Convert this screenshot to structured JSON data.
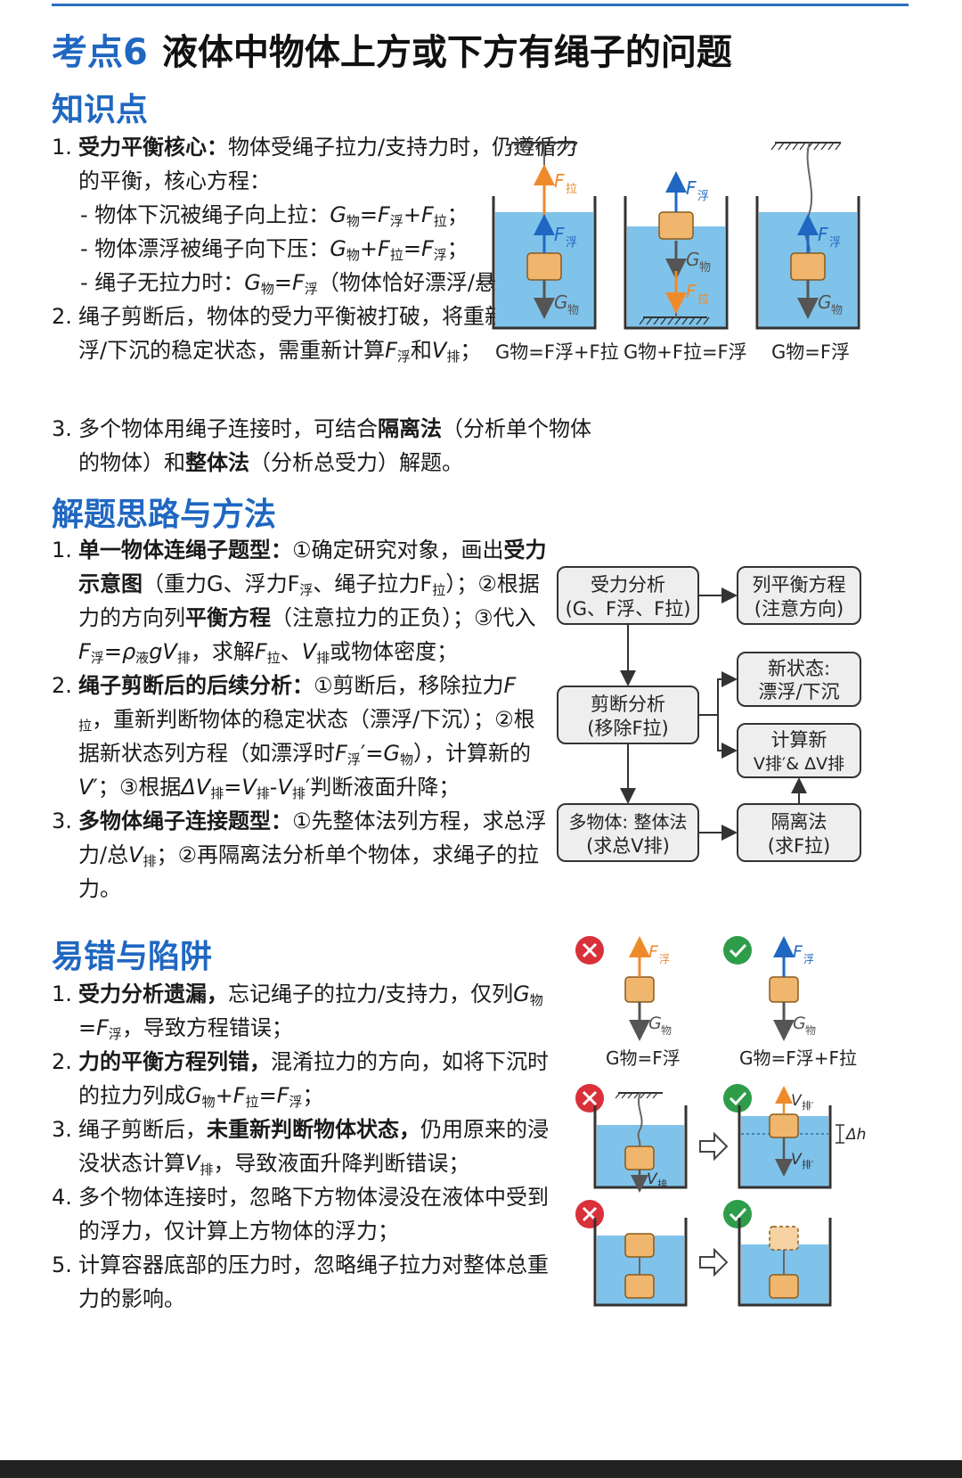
{
  "page": {
    "kaodian": "考点6",
    "title": "液体中物体上方或下方有绳子的问题"
  },
  "sections": {
    "knowledge": "知识点",
    "method": "解题思路与方法",
    "traps": "易错与陷阱"
  },
  "knowledge": {
    "i1_num": "1.",
    "i1_bold": "受力平衡核心：",
    "i1_text": "物体受绳子拉力/支持力时，仍遵循力的平衡，核心方程：",
    "i1_a_pre": "- 物体下沉被绳子向上拉：",
    "i1_b_pre": "- 物体漂浮被绳子向下压：",
    "i1_c_pre": "- 绳子无拉力时：",
    "i1_c_post": "（物体恰好漂浮/悬浮）；",
    "i2_num": "2.",
    "i2_text": "绳子剪断后，物体的受力平衡被打破，将重新处于漂浮/下沉的稳定状态，需重新计算",
    "i2_and": "和",
    "i2_end": "；",
    "i3_num": "3.",
    "i3_a": "多个物体用绳子连接时，可结合",
    "i3_b1": "隔离法",
    "i3_c": "（分析单个物体的物体）和",
    "i3_b2": "整体法",
    "i3_d": "（分析总受力）解题。"
  },
  "method": {
    "m1_num": "1.",
    "m1_bold": "单一物体连绳子题型：",
    "m1_a": "①确定研究对象，画出",
    "m1_b": "受力示意图",
    "m1_c": "（重力G、浮力F",
    "m1_d": "、绳子拉力F",
    "m1_e": "）；",
    "m1_f": "②根据力的方向列",
    "m1_g": "平衡方程",
    "m1_h": "（注意拉力的正负）；",
    "m1_i": "③代入",
    "m1_j": "，求解",
    "m1_k": "或物体密度；",
    "m2_num": "2.",
    "m2_bold": "绳子剪断后的后续分析：",
    "m2_a": "①剪断后，移除拉力",
    "m2_b": "，重新判断物体的稳定状态（漂浮/下沉）；",
    "m2_c": "②根据新状态列方程（如漂浮时",
    "m2_d": "），计算新的",
    "m2_e": "；③根据",
    "m2_f": "判断液面升降；",
    "m3_num": "3.",
    "m3_bold": "多物体绳子连接题型：",
    "m3_a": "①先整体法列方程，求总浮力/总",
    "m3_b": "；②再隔离法分析单个物体，求绳子的拉力。"
  },
  "traps": {
    "t1_num": "1.",
    "t1_bold": "受力分析遗漏，",
    "t1_a": "忘记绳子的拉力/支持力，仅列",
    "t1_b": "，导致方程错误；",
    "t2_num": "2.",
    "t2_bold": "力的平衡方程列错，",
    "t2_a": "混淆拉力的方向，如将下沉时的拉力列成",
    "t2_b": "；",
    "t3_num": "3.",
    "t3_a": "绳子剪断后，",
    "t3_bold": "未重新判断物体状态，",
    "t3_b": "仍用原来的浸没状态计算",
    "t3_c": "，导致液面升降判断错误；",
    "t4_num": "4.",
    "t4_a": "多个物体连接时，忽略下方物体浸没在液体中受到的浮力，仅计算上方物体的浮力；",
    "t5_num": "5.",
    "t5_a": "计算容器底部的压力时，忽略绳子拉力对整体总重力的影响。"
  },
  "symbols": {
    "G": "G",
    "F": "F",
    "V": "V",
    "wu": "物",
    "fu": "浮",
    "la": "拉",
    "pai": "排",
    "eq": "=",
    "plus": "+",
    "semi": "；",
    "rho": "ρ",
    "ye": "液",
    "g": "gV",
    "dun": "、",
    "prime": "′",
    "delta": "ΔV",
    "minus": "-",
    "prime_j": "判",
    "dh": "Δh",
    "amp": "′& ΔV"
  },
  "diagram": {
    "eq1": "G物=F浮+F拉",
    "eq2": "G物+F拉=F浮",
    "eq3": "G物=F浮"
  },
  "flow": {
    "b1_l1": "受力分析",
    "b1_l2": "(G、F浮、F拉)",
    "b2_l1": "列平衡方程",
    "b2_l2": "(注意方向)",
    "b3_l1": "剪断分析",
    "b3_l2": "(移除F拉)",
    "b4_l1": "新状态:",
    "b4_l2": "漂浮/下沉",
    "b5_l1": "计算新",
    "b5_l2": "V排′& ΔV排",
    "b6_l1": "多物体: 整体法",
    "b6_l2": "(求总V排)",
    "b7_l1": "隔离法",
    "b7_l2": "(求F拉)"
  },
  "traps_fig": {
    "eq_wrong": "G物=F浮",
    "eq_right": "G物=F浮+F拉"
  },
  "colors": {
    "accent": "#1f67c1",
    "water": "#7fc3ea",
    "box": "#f0b66d",
    "orange": "#ef8a2b",
    "wrong": "#d9303a",
    "right": "#2e9d4a"
  }
}
